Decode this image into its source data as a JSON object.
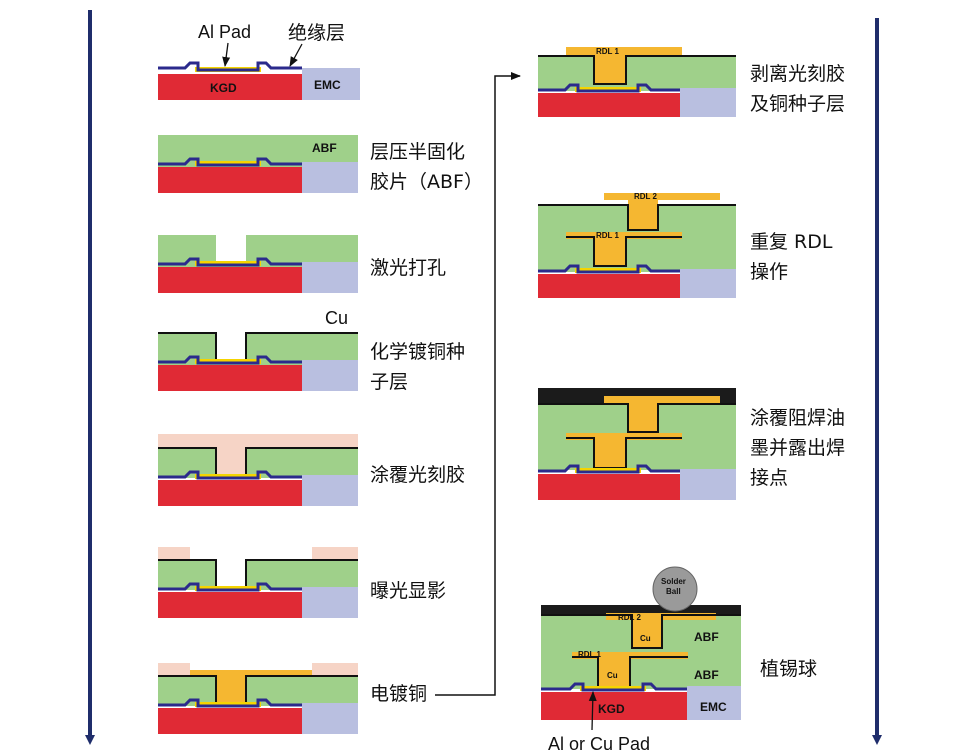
{
  "labels": {
    "al_pad": "Al Pad",
    "insulation": "绝缘层",
    "kgd": "KGD",
    "emc": "EMC",
    "abf": "ABF",
    "cu": "Cu",
    "rdl1": "RDL 1",
    "rdl2": "RDL 2",
    "solder_ball_line1": "Solder",
    "solder_ball_line2": "Ball",
    "al_or_cu_pad": "Al or Cu Pad"
  },
  "steps_left": [
    {
      "lines": [
        "层压半固化",
        "胶片（ABF）"
      ]
    },
    {
      "lines": [
        "激光打孔"
      ]
    },
    {
      "lines": [
        "化学镀铜种",
        "子层"
      ]
    },
    {
      "lines": [
        "涂覆光刻胶"
      ]
    },
    {
      "lines": [
        "曝光显影"
      ]
    },
    {
      "lines": [
        "电镀铜"
      ]
    }
  ],
  "steps_right": [
    {
      "lines": [
        "剥离光刻胶",
        "及铜种子层"
      ]
    },
    {
      "lines": [
        "重复 RDL",
        "操作"
      ]
    },
    {
      "lines": [
        "涂覆阻焊油",
        "墨并露出焊",
        "接点"
      ]
    },
    {
      "lines": [
        "植锡球"
      ]
    }
  ],
  "colors": {
    "flow_arrow": "#1f2d6b",
    "kgd_red": "#e02a35",
    "emc_lavender": "#b9bfe0",
    "abf_green": "#9fd08a",
    "pad_yellow": "#f5d400",
    "cu_orange": "#f5b731",
    "photoresist_pink": "#f6d4c6",
    "solder_mask": "#1b1b1b",
    "passivation": "#2b2a8c",
    "solder_ball": "#9a9a9a"
  }
}
